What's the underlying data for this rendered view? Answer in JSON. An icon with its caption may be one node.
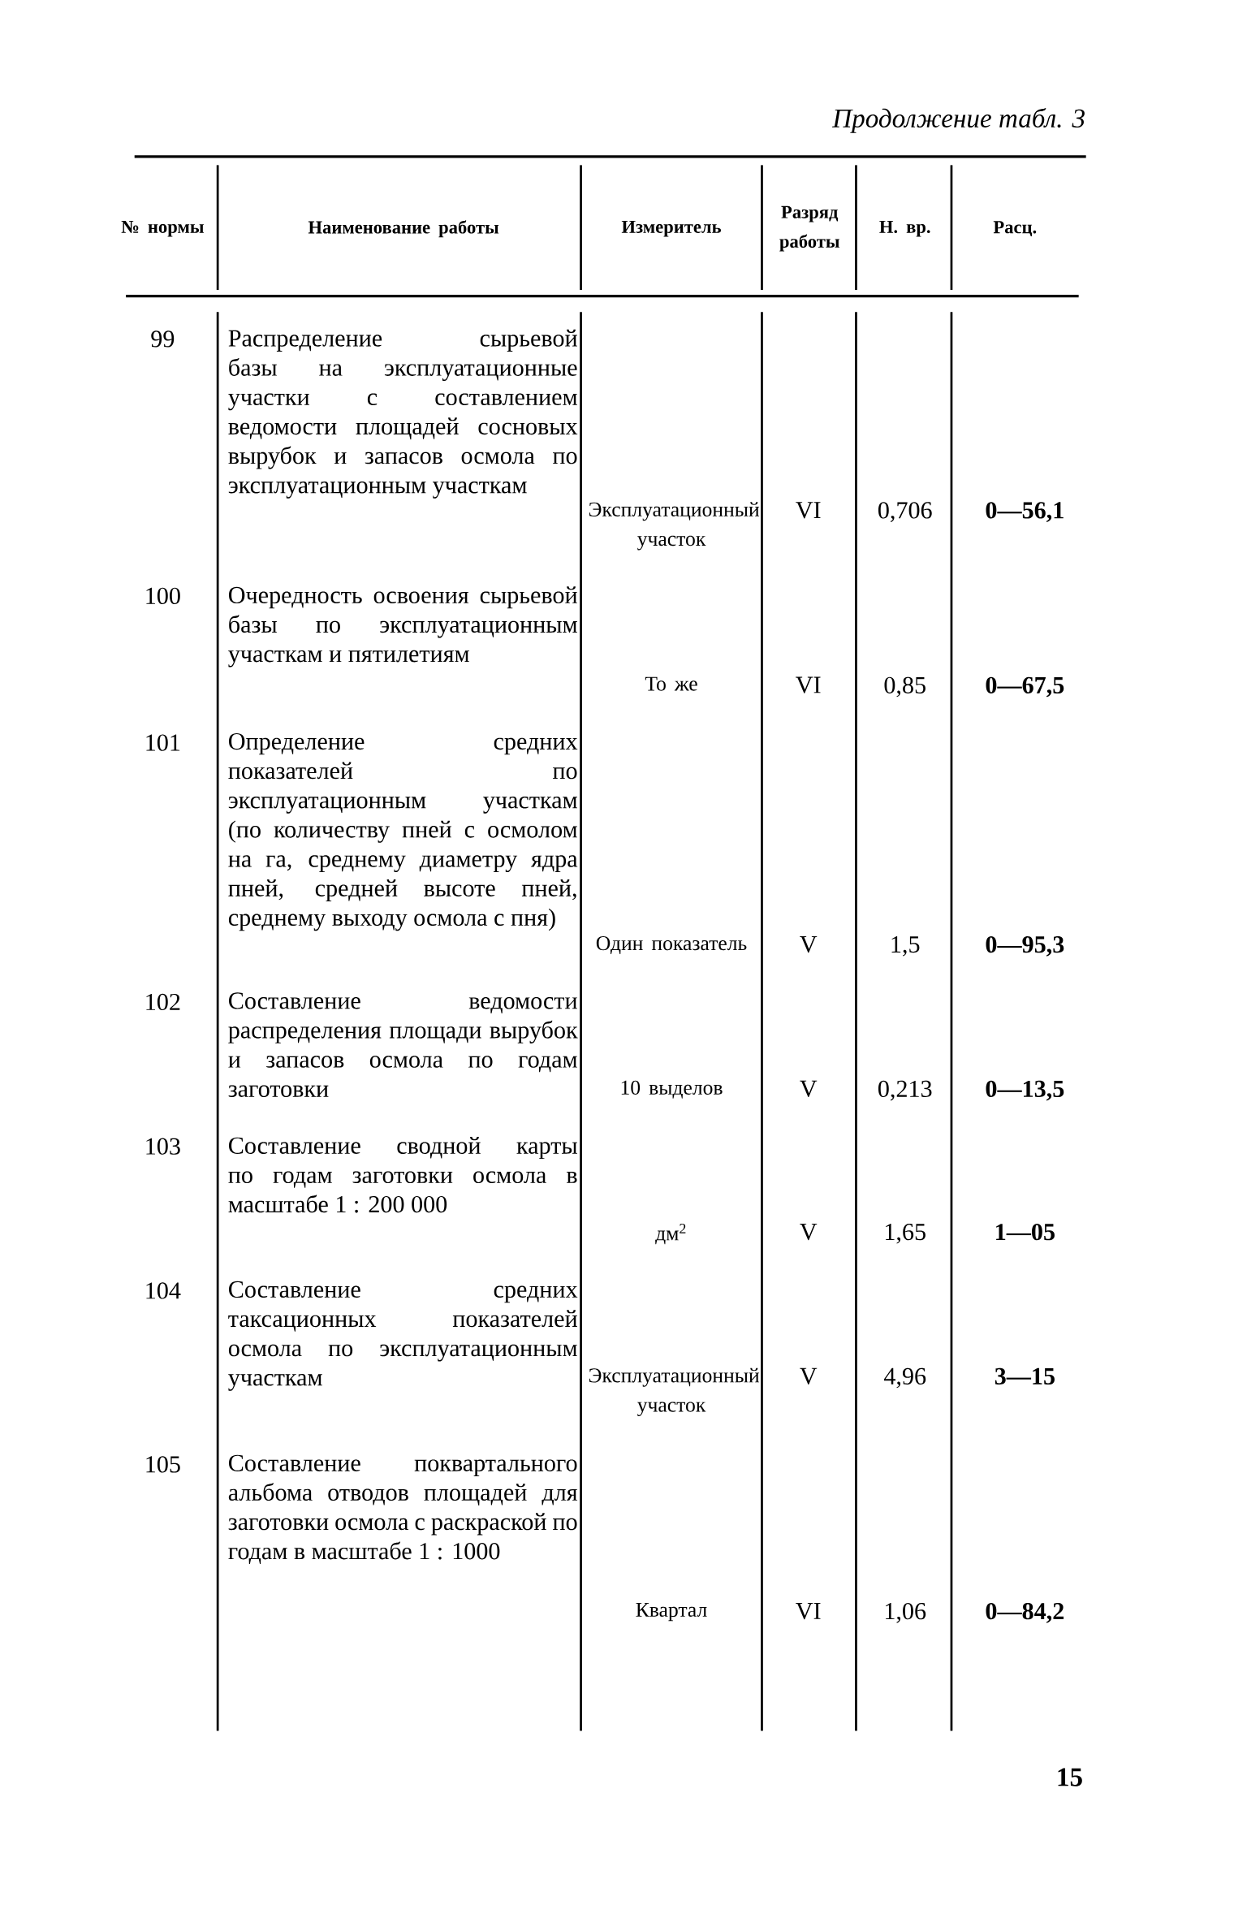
{
  "diagram": {
    "labels": [
      "Продолжение табл. 3",
      "№ нормы",
      "Наименование работы",
      "Измеритель",
      "Разряд работы",
      "Н. вр.",
      "Расц.",
      "99",
      "Распределение сырьевой базы на эксплуатационные участки с составлением ведомости площадей сосновых вырубок и запасов осмола по эксплуатационным участкам",
      "Эксплуатационный участок",
      "VI",
      "0,706",
      "0—56,1",
      "100",
      "Очередность освоения сырьевой базы по эксплуатационным участкам и пятилетиям",
      "То же",
      "VI",
      "0,85",
      "0—67,5",
      "101",
      "Определение средних показателей по эксплуатационным участкам (по количеству пней с осмолом на га, среднему диаметру ядра пней, средней высоте пней, среднему выходу осмола с пня)",
      "Один показатель",
      "V",
      "1,5",
      "0—95,3",
      "102",
      "Составление ведомости распределения площади вырубок и запасов осмола по годам заготовки",
      "10 выделов",
      "V",
      "0,213",
      "0—13,5",
      "103",
      "Составление сводной карты по годам заготовки осмола в масштабе 1 : 200 000",
      "дм$^{2}$",
      "V",
      "1,65",
      "1—05",
      "104",
      "Составление средних таксационных показателей осмола по эксплуатационным участкам",
      "Эксплуатационный участок",
      "V",
      "4,96",
      "3—15",
      "105",
      "Составление поквартального альбома отводов площадей для заготовки осмола с раскраской по годам в масштабе 1 : 1000",
      "Квартал",
      "VI",
      "1,06",
      "0—84,2",
      "15"
    ]
  }
}
